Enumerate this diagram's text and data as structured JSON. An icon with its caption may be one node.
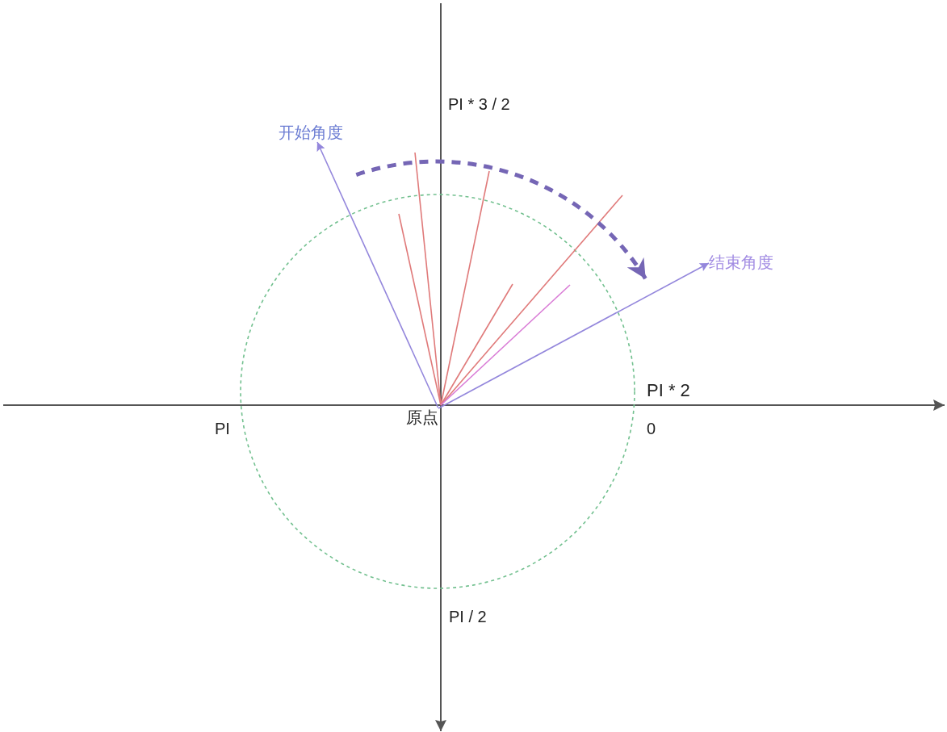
{
  "diagram": {
    "nodes": [
      {
        "text": [
          "开始角度"
        ]
      },
      {
        "text": [
          "结束角度"
        ]
      },
      {
        "text": [
          "原点"
        ]
      }
    ],
    "edges": [
      {
        "from": 2,
        "to": 0,
        "arrow": "to"
      },
      {
        "from": 2,
        "to": 1,
        "arrow": "to"
      }
    ],
    "labels": [
      "PI * 3 / 2",
      "PI * 2",
      "PI",
      "0",
      "PI / 2"
    ]
  }
}
